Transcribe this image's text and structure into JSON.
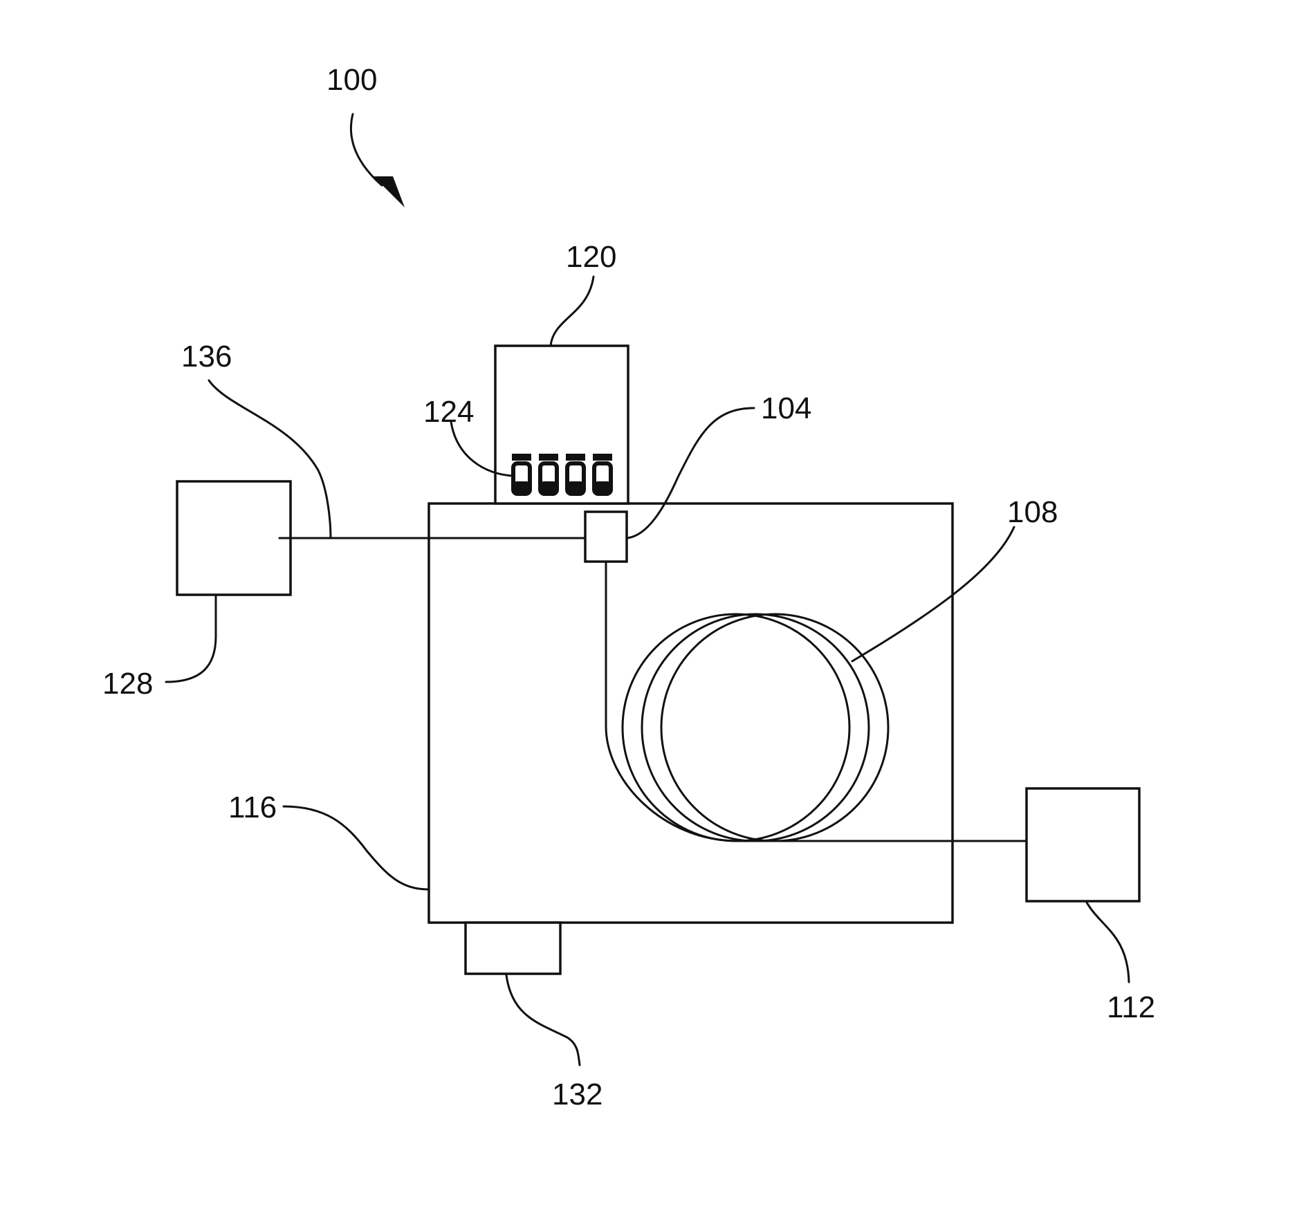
{
  "figure": {
    "system_ref": "100",
    "labels": {
      "coupler": "104",
      "fiber_coil": "108",
      "detector": "112",
      "housing": "116",
      "reagent_module": "120",
      "vials": "124",
      "light_source": "128",
      "base_unit": "132",
      "input_fiber": "136"
    }
  },
  "colors": {
    "ink": "#111111",
    "background": "#ffffff"
  }
}
